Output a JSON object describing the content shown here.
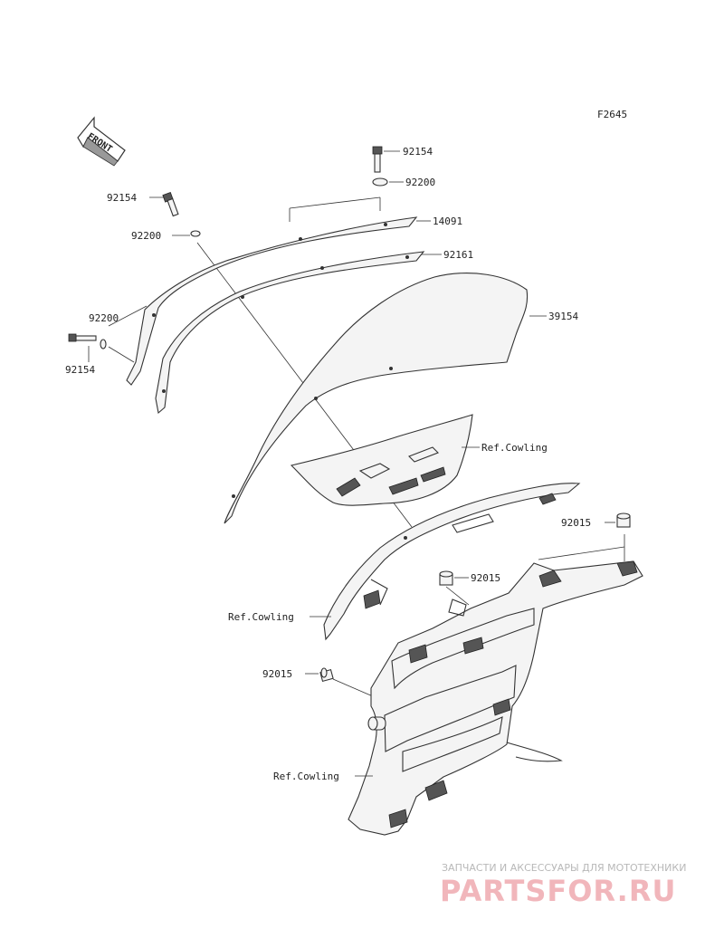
{
  "figure_code": "F2645",
  "front_arrow_label": "FRONT",
  "callouts": {
    "c1": "92154",
    "c2": "92200",
    "c3": "92154",
    "c4": "14091",
    "c5": "92200",
    "c6": "92161",
    "c7": "92200",
    "c8": "39154",
    "c9": "92154",
    "c10": "92015",
    "c11": "92015",
    "c12": "92015"
  },
  "refs": {
    "r1": "Ref.Cowling",
    "r2": "Ref.Cowling",
    "r3": "Ref.Cowling"
  },
  "watermark": {
    "tagline": "ЗАПЧАСТИ И АКСЕССУАРЫ ДЛЯ МОТОТЕХНИКИ",
    "brand": "PARTSFOR.RU"
  }
}
